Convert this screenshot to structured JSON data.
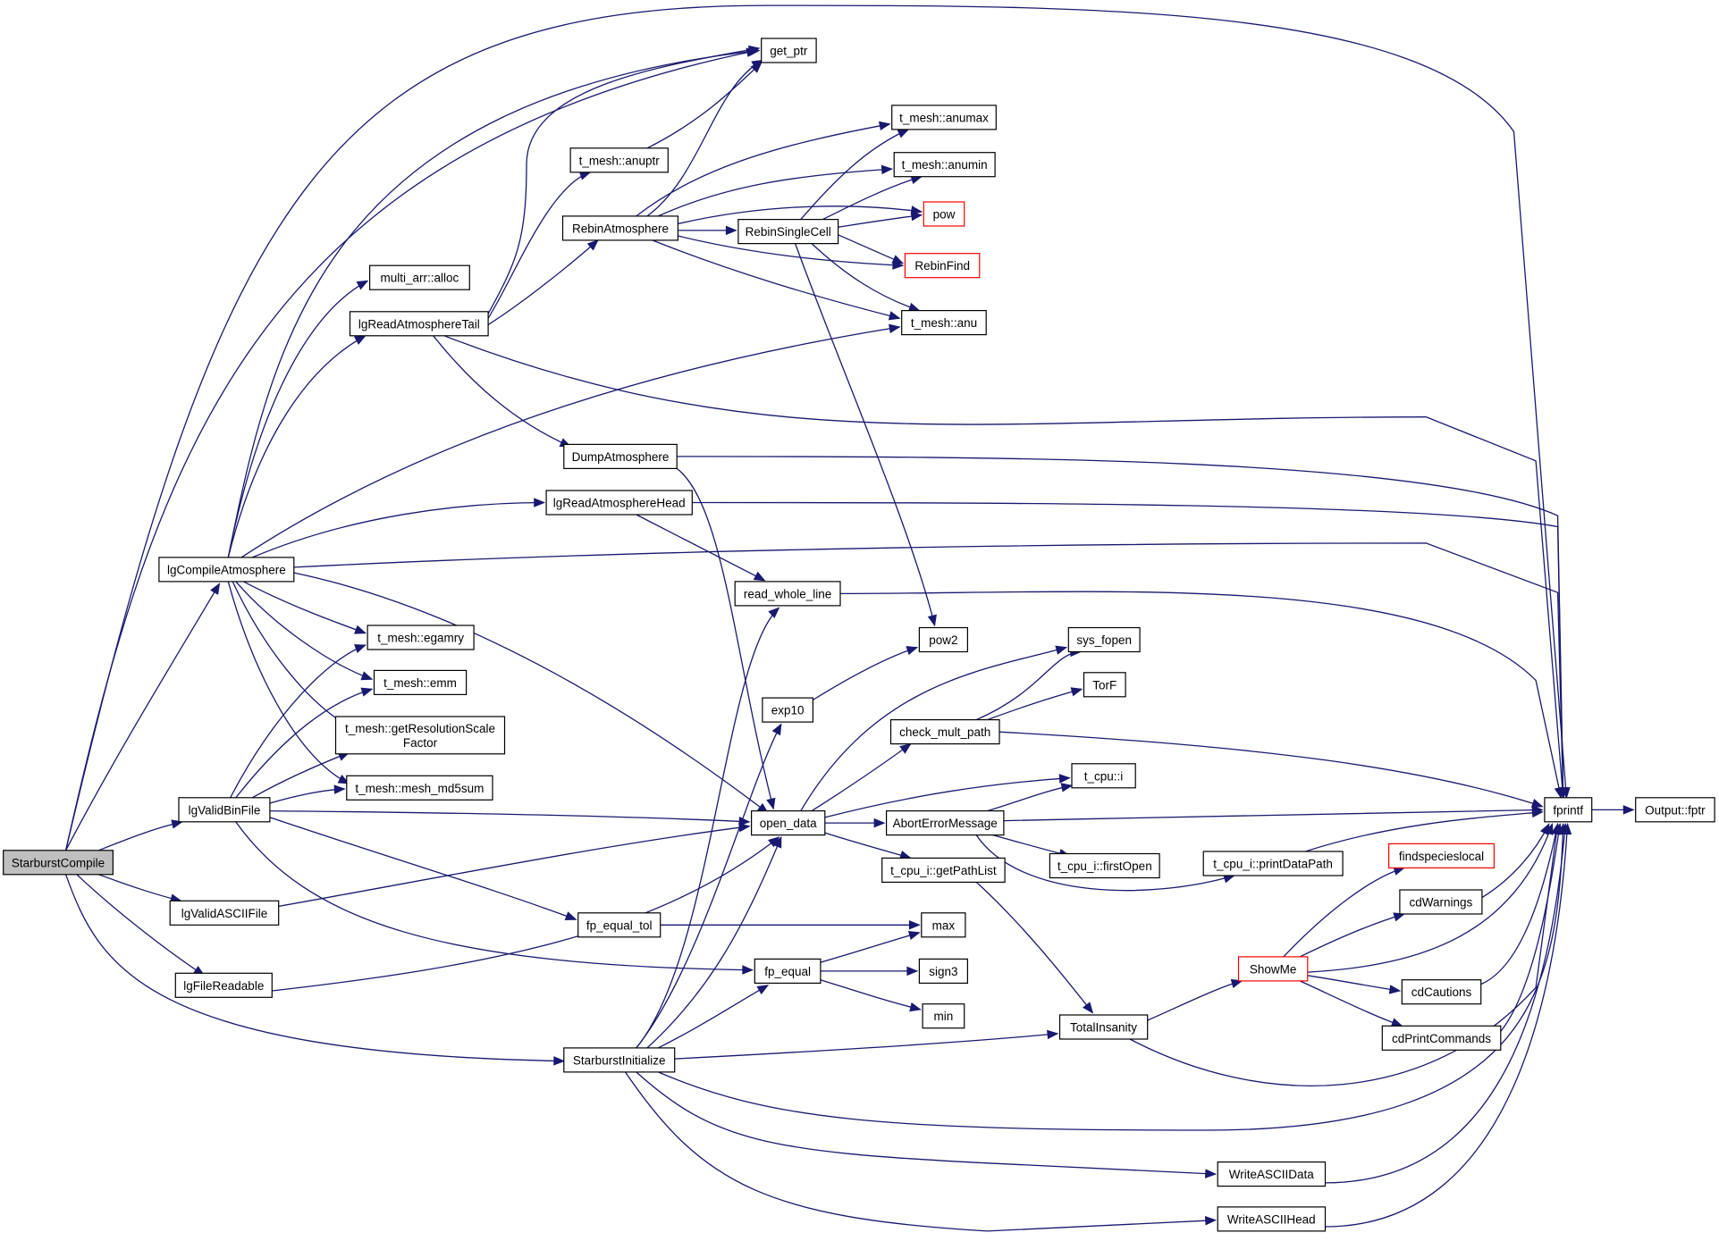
{
  "colors": {
    "edge": "#191970",
    "root_fill": "#bfbfbf",
    "truncated_border": "#ff0000",
    "node_border": "#000000"
  },
  "nodes": [
    {
      "id": "starburstcompile",
      "label": "StarburstCompile",
      "root": true
    },
    {
      "id": "lgcompileatmosphere",
      "label": "lgCompileAtmosphere"
    },
    {
      "id": "lgvalidbinfile",
      "label": "lgValidBinFile"
    },
    {
      "id": "lgvalidasciifile",
      "label": "lgValidASCIIFile"
    },
    {
      "id": "lgfilereadable",
      "label": "lgFileReadable"
    },
    {
      "id": "starburstinitialize",
      "label": "StarburstInitialize"
    },
    {
      "id": "get_ptr",
      "label": "get_ptr"
    },
    {
      "id": "fprintf",
      "label": "fprintf"
    },
    {
      "id": "output_fptr",
      "label": "Output::fptr"
    },
    {
      "id": "multi_arr_alloc",
      "label": "multi_arr::alloc"
    },
    {
      "id": "lgreadatmospheretail",
      "label": "lgReadAtmosphereTail"
    },
    {
      "id": "t_mesh_anu",
      "label": "t_mesh::anu"
    },
    {
      "id": "lgreadatmospherehead",
      "label": "lgReadAtmosphereHead"
    },
    {
      "id": "t_mesh_egamry",
      "label": "t_mesh::egamry"
    },
    {
      "id": "t_mesh_emm",
      "label": "t_mesh::emm"
    },
    {
      "id": "t_mesh_getres",
      "label": "t_mesh::getResolutionScale\nFactor"
    },
    {
      "id": "t_mesh_md5",
      "label": "t_mesh::mesh_md5sum"
    },
    {
      "id": "open_data",
      "label": "open_data"
    },
    {
      "id": "t_mesh_anuptr",
      "label": "t_mesh::anuptr"
    },
    {
      "id": "rebinatmosphere",
      "label": "RebinAtmosphere"
    },
    {
      "id": "dumpatmosphere",
      "label": "DumpAtmosphere"
    },
    {
      "id": "t_mesh_anumax",
      "label": "t_mesh::anumax"
    },
    {
      "id": "t_mesh_anumin",
      "label": "t_mesh::anumin"
    },
    {
      "id": "pow",
      "label": "pow",
      "truncated": true
    },
    {
      "id": "rebinsinglecell",
      "label": "RebinSingleCell"
    },
    {
      "id": "rebinfind",
      "label": "RebinFind",
      "truncated": true
    },
    {
      "id": "read_whole_line",
      "label": "read_whole_line"
    },
    {
      "id": "pow2",
      "label": "pow2"
    },
    {
      "id": "exp10",
      "label": "exp10"
    },
    {
      "id": "sys_fopen",
      "label": "sys_fopen"
    },
    {
      "id": "torf",
      "label": "TorF"
    },
    {
      "id": "check_mult_path",
      "label": "check_mult_path"
    },
    {
      "id": "t_cpu_i",
      "label": "t_cpu::i"
    },
    {
      "id": "aborterrormessage",
      "label": "AbortErrorMessage"
    },
    {
      "id": "t_cpu_i_firstopen",
      "label": "t_cpu_i::firstOpen"
    },
    {
      "id": "t_cpu_i_getpathlist",
      "label": "t_cpu_i::getPathList"
    },
    {
      "id": "t_cpu_i_printdatapath",
      "label": "t_cpu_i::printDataPath"
    },
    {
      "id": "fp_equal_tol",
      "label": "fp_equal_tol"
    },
    {
      "id": "max",
      "label": "max"
    },
    {
      "id": "fp_equal",
      "label": "fp_equal"
    },
    {
      "id": "sign3",
      "label": "sign3"
    },
    {
      "id": "min",
      "label": "min"
    },
    {
      "id": "totalinsanity",
      "label": "TotalInsanity"
    },
    {
      "id": "showme",
      "label": "ShowMe",
      "truncated": true
    },
    {
      "id": "findspecieslocal",
      "label": "findspecieslocal",
      "truncated": true
    },
    {
      "id": "cdwarnings",
      "label": "cdWarnings"
    },
    {
      "id": "cdcautions",
      "label": "cdCautions"
    },
    {
      "id": "cdprintcommands",
      "label": "cdPrintCommands"
    },
    {
      "id": "writeasciidata",
      "label": "WriteASCIIData"
    },
    {
      "id": "writeasciihead",
      "label": "WriteASCIIHead"
    }
  ],
  "edges": [
    [
      "starburstcompile",
      "get_ptr"
    ],
    [
      "starburstcompile",
      "fprintf"
    ],
    [
      "starburstcompile",
      "lgcompileatmosphere"
    ],
    [
      "starburstcompile",
      "lgvalidbinfile"
    ],
    [
      "starburstcompile",
      "lgvalidasciifile"
    ],
    [
      "starburstcompile",
      "lgfilereadable"
    ],
    [
      "starburstcompile",
      "starburstinitialize"
    ],
    [
      "lgcompileatmosphere",
      "get_ptr"
    ],
    [
      "lgcompileatmosphere",
      "multi_arr_alloc"
    ],
    [
      "lgcompileatmosphere",
      "lgreadatmospheretail"
    ],
    [
      "lgcompileatmosphere",
      "t_mesh_anu"
    ],
    [
      "lgcompileatmosphere",
      "lgreadatmospherehead"
    ],
    [
      "lgcompileatmosphere",
      "fprintf"
    ],
    [
      "lgcompileatmosphere",
      "t_mesh_egamry"
    ],
    [
      "lgcompileatmosphere",
      "t_mesh_emm"
    ],
    [
      "lgcompileatmosphere",
      "t_mesh_getres"
    ],
    [
      "lgcompileatmosphere",
      "t_mesh_md5"
    ],
    [
      "lgcompileatmosphere",
      "open_data"
    ],
    [
      "lgreadatmospheretail",
      "get_ptr"
    ],
    [
      "lgreadatmospheretail",
      "t_mesh_anuptr"
    ],
    [
      "lgreadatmospheretail",
      "rebinatmosphere"
    ],
    [
      "lgreadatmospheretail",
      "dumpatmosphere"
    ],
    [
      "lgreadatmospheretail",
      "fprintf"
    ],
    [
      "t_mesh_anuptr",
      "get_ptr"
    ],
    [
      "rebinatmosphere",
      "get_ptr"
    ],
    [
      "rebinatmosphere",
      "t_mesh_anumax"
    ],
    [
      "rebinatmosphere",
      "t_mesh_anumin"
    ],
    [
      "rebinatmosphere",
      "pow"
    ],
    [
      "rebinatmosphere",
      "rebinsinglecell"
    ],
    [
      "rebinatmosphere",
      "rebinfind"
    ],
    [
      "rebinatmosphere",
      "t_mesh_anu"
    ],
    [
      "rebinsinglecell",
      "t_mesh_anumax"
    ],
    [
      "rebinsinglecell",
      "t_mesh_anumin"
    ],
    [
      "rebinsinglecell",
      "pow"
    ],
    [
      "rebinsinglecell",
      "rebinfind"
    ],
    [
      "rebinsinglecell",
      "t_mesh_anu"
    ],
    [
      "rebinsinglecell",
      "pow2"
    ],
    [
      "dumpatmosphere",
      "fprintf"
    ],
    [
      "dumpatmosphere",
      "open_data"
    ],
    [
      "lgreadatmospherehead",
      "fprintf"
    ],
    [
      "lgreadatmospherehead",
      "read_whole_line"
    ],
    [
      "read_whole_line",
      "fprintf"
    ],
    [
      "lgvalidbinfile",
      "t_mesh_egamry"
    ],
    [
      "lgvalidbinfile",
      "t_mesh_emm"
    ],
    [
      "lgvalidbinfile",
      "t_mesh_getres"
    ],
    [
      "lgvalidbinfile",
      "t_mesh_md5"
    ],
    [
      "lgvalidbinfile",
      "open_data"
    ],
    [
      "lgvalidbinfile",
      "fp_equal_tol"
    ],
    [
      "lgvalidbinfile",
      "fp_equal"
    ],
    [
      "lgvalidasciifile",
      "open_data"
    ],
    [
      "lgfilereadable",
      "open_data"
    ],
    [
      "open_data",
      "sys_fopen"
    ],
    [
      "open_data",
      "check_mult_path"
    ],
    [
      "open_data",
      "t_cpu_i"
    ],
    [
      "open_data",
      "aborterrormessage"
    ],
    [
      "open_data",
      "t_cpu_i_getpathlist"
    ],
    [
      "check_mult_path",
      "sys_fopen"
    ],
    [
      "check_mult_path",
      "torf"
    ],
    [
      "check_mult_path",
      "fprintf"
    ],
    [
      "aborterrormessage",
      "t_cpu_i"
    ],
    [
      "aborterrormessage",
      "fprintf"
    ],
    [
      "aborterrormessage",
      "t_cpu_i_firstopen"
    ],
    [
      "aborterrormessage",
      "t_cpu_i_printdatapath"
    ],
    [
      "t_cpu_i_printdatapath",
      "fprintf"
    ],
    [
      "t_cpu_i_getpathlist",
      "totalinsanity"
    ],
    [
      "exp10",
      "pow2"
    ],
    [
      "fp_equal_tol",
      "max"
    ],
    [
      "fp_equal",
      "max"
    ],
    [
      "fp_equal",
      "sign3"
    ],
    [
      "fp_equal",
      "min"
    ],
    [
      "starburstinitialize",
      "read_whole_line"
    ],
    [
      "starburstinitialize",
      "exp10"
    ],
    [
      "starburstinitialize",
      "open_data"
    ],
    [
      "starburstinitialize",
      "fp_equal"
    ],
    [
      "starburstinitialize",
      "totalinsanity"
    ],
    [
      "starburstinitialize",
      "fprintf"
    ],
    [
      "starburstinitialize",
      "writeasciidata"
    ],
    [
      "starburstinitialize",
      "writeasciihead"
    ],
    [
      "totalinsanity",
      "showme"
    ],
    [
      "totalinsanity",
      "fprintf"
    ],
    [
      "showme",
      "findspecieslocal"
    ],
    [
      "showme",
      "cdwarnings"
    ],
    [
      "showme",
      "fprintf"
    ],
    [
      "showme",
      "cdcautions"
    ],
    [
      "showme",
      "cdprintcommands"
    ],
    [
      "cdwarnings",
      "fprintf"
    ],
    [
      "cdcautions",
      "fprintf"
    ],
    [
      "cdprintcommands",
      "fprintf"
    ],
    [
      "writeasciidata",
      "fprintf"
    ],
    [
      "writeasciihead",
      "fprintf"
    ],
    [
      "fprintf",
      "output_fptr"
    ]
  ]
}
